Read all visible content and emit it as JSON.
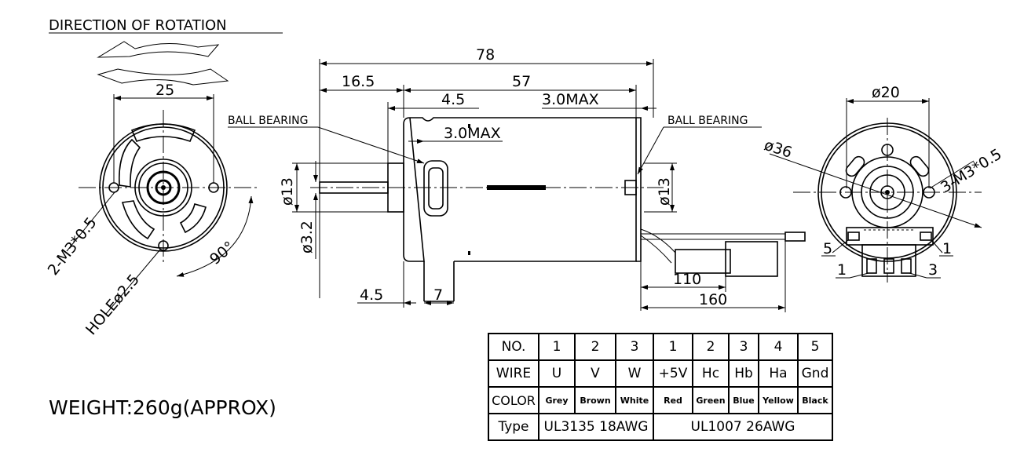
{
  "labels": {
    "direction_of_rotation": "DIRECTION OF ROTATION",
    "ball_bearing_front": "BALL BEARING",
    "ball_bearing_rear": "BALL BEARING",
    "weight": "WEIGHT:260g(APPROX)"
  },
  "front_view": {
    "dim_width": "25",
    "dim_mount_holes": "2-M3*0.5",
    "dim_hole": "HOLEø2.5",
    "dim_angle": "90°"
  },
  "side_view": {
    "dim_overall": "78",
    "dim_shaft_length": "16.5",
    "dim_body": "57",
    "dim_boss": "4.5",
    "dim_rear_max": "3.0MAX",
    "dim_front_max": "3.0MAX",
    "dim_dia_front": "ø13",
    "dim_dia_shaft": "ø3.2",
    "dim_dia_rear": "ø13",
    "dim_bottom_left": "4.5",
    "dim_bottom_mid": "7",
    "dim_lead_110": "110",
    "dim_lead_160": "160"
  },
  "rear_view": {
    "dim_dia_20": "ø20",
    "dim_dia_36": "ø36",
    "dim_screw": "3-M3*0.5",
    "pin_5": "5",
    "pin_1_top": "1",
    "pin_1_bottom": "1",
    "pin_3": "3"
  },
  "wire_table": {
    "headers": [
      "NO.",
      "WIRE",
      "COLOR",
      "Type"
    ],
    "numbers": [
      "1",
      "2",
      "3",
      "1",
      "2",
      "3",
      "4",
      "5"
    ],
    "wires": [
      "U",
      "V",
      "W",
      "+5V",
      "Hc",
      "Hb",
      "Ha",
      "Gnd"
    ],
    "colors": [
      "Grey",
      "Brown",
      "White",
      "Red",
      "Green",
      "Blue",
      "Yellow",
      "Black"
    ],
    "types": [
      "UL3135 18AWG",
      "UL1007 26AWG"
    ]
  }
}
